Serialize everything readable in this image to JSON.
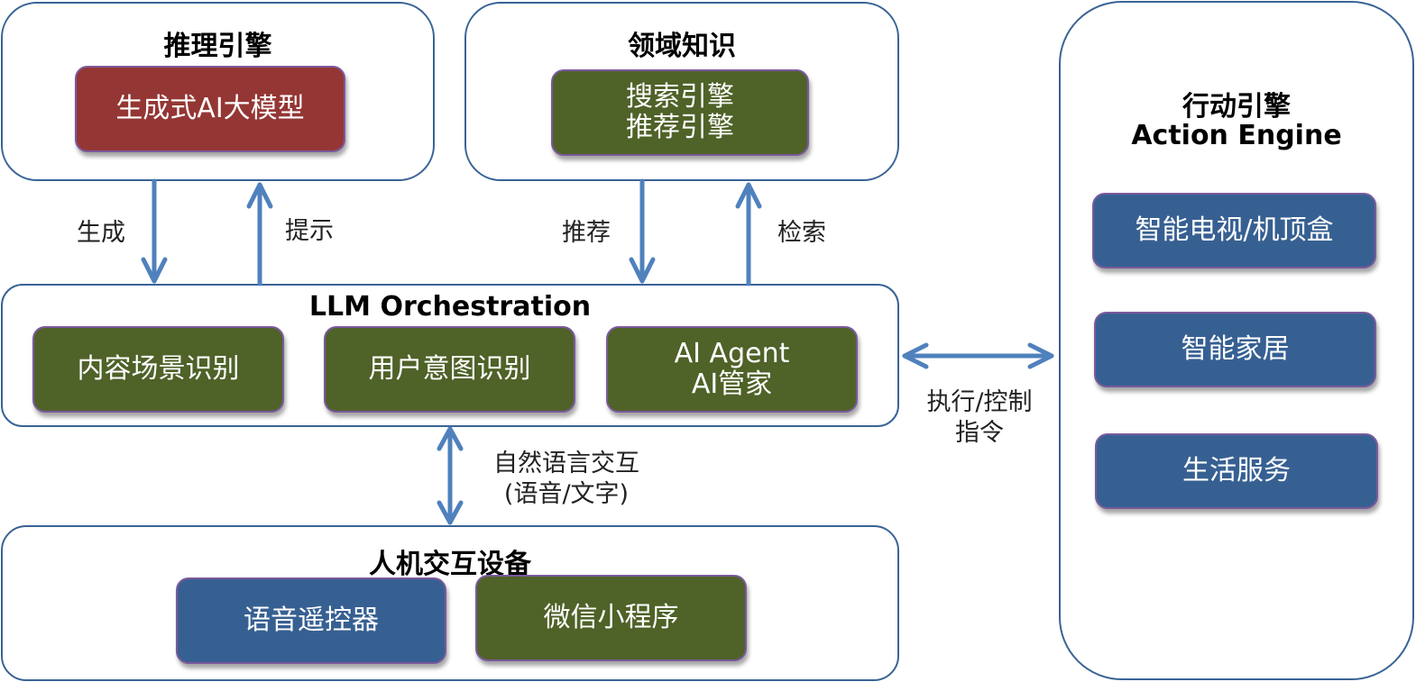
{
  "colors": {
    "container_border": "#3a6396",
    "arrow": "#4f81bd",
    "node_red": "#943634",
    "node_green": "#4f6228",
    "node_blue": "#376092"
  },
  "inference_engine": {
    "title": "推理引擎",
    "nodes": [
      {
        "label": "生成式AI大模型"
      }
    ]
  },
  "domain_knowledge": {
    "title": "领域知识",
    "nodes": [
      {
        "line1": "搜索引擎",
        "line2": "推荐引擎"
      }
    ]
  },
  "orchestration": {
    "title": "LLM Orchestration",
    "nodes": [
      {
        "label": "内容场景识别"
      },
      {
        "label": "用户意图识别"
      },
      {
        "line1": "AI Agent",
        "line2": "AI管家"
      }
    ]
  },
  "hci_devices": {
    "title": "人机交互设备",
    "nodes": [
      {
        "label": "语音遥控器"
      },
      {
        "label": "微信小程序"
      }
    ]
  },
  "action_engine": {
    "title_cn": "行动引擎",
    "title_en": "Action Engine",
    "nodes": [
      {
        "label": "智能电视/机顶盒"
      },
      {
        "label": "智能家居"
      },
      {
        "label": "生活服务"
      }
    ]
  },
  "edges": {
    "generate": "生成",
    "prompt": "提示",
    "recommend": "推荐",
    "retrieve": "检索",
    "natural_language_line1": "自然语言交互",
    "natural_language_line2": "(语音/文字)",
    "control_line1": "执行/控制",
    "control_line2": "指令"
  }
}
